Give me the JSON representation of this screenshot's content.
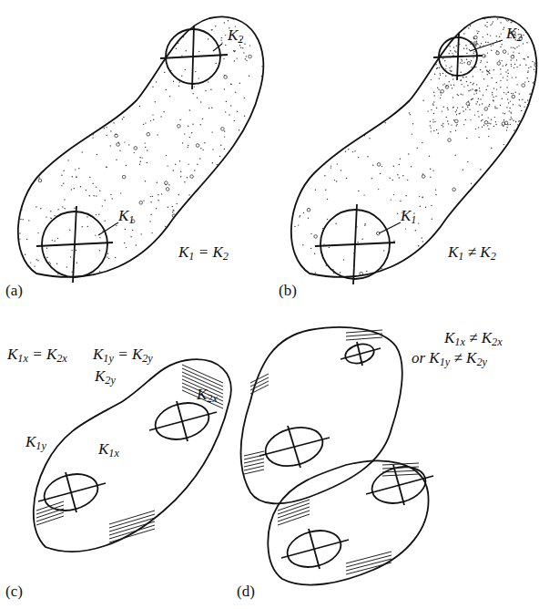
{
  "diagram": {
    "labels": [
      "K2",
      "K1",
      "K1 = K2",
      "(a)",
      "K2",
      "K1",
      "K1 ≠ K2",
      "(b)",
      "K1x = K2x",
      "K1y = K2y",
      "K2y",
      "K2x",
      "K1y",
      "K1x",
      "(c)",
      "K1x ≠ K2x",
      "or K1y ≠ K2y",
      "(d)"
    ]
  }
}
